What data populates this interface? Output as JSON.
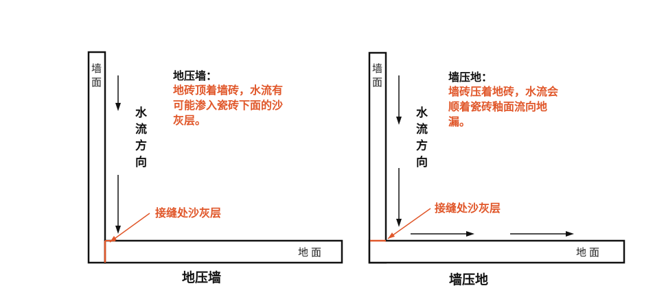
{
  "colors": {
    "accent": "#e0572a",
    "line": "#111111"
  },
  "panels": [
    {
      "wall_label": "墙面",
      "floor_label": "地面",
      "flow_label": "水流方向",
      "heading": "地压墙：",
      "description": "地砖顶着墙砖，水流有可能渗入瓷砖下面的沙灰层。",
      "joint_label": "接缝处沙灰层",
      "caption": "地压墙"
    },
    {
      "wall_label": "墙面",
      "floor_label": "地面",
      "flow_label": "水流方向",
      "heading": "墙压地：",
      "description": "墙砖压着地砖，水流会顺着瓷砖釉面流向地漏。",
      "joint_label": "接缝处沙灰层",
      "caption": "墙压地"
    }
  ]
}
